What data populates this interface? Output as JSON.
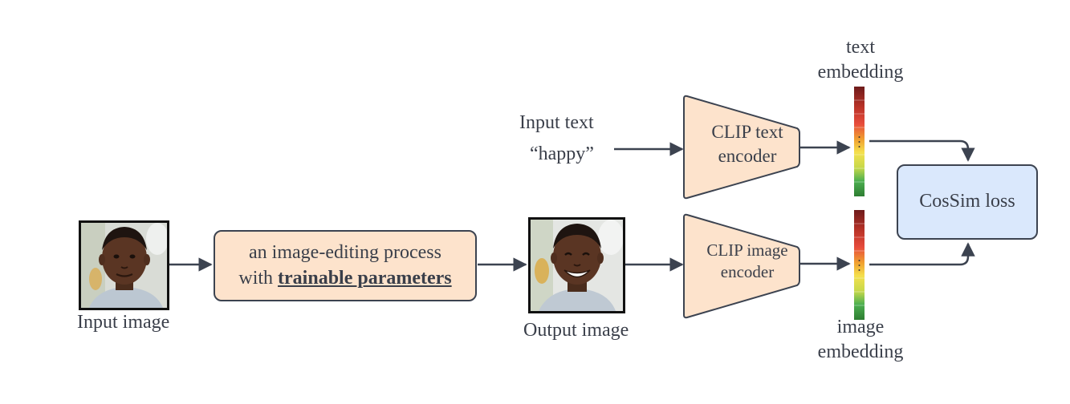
{
  "input_image": {
    "caption": "Input image"
  },
  "output_image": {
    "caption": "Output image"
  },
  "process_box": {
    "line1": "an image-editing process",
    "line2_prefix": "with",
    "line2_bold": "trainable parameters"
  },
  "input_text": {
    "label": "Input text",
    "value": "“happy”"
  },
  "text_encoder": {
    "line1": "CLIP text",
    "line2": "encoder"
  },
  "image_encoder": {
    "line1": "CLIP image",
    "line2": "encoder"
  },
  "text_embedding": {
    "line1": "text",
    "line2": "embedding"
  },
  "image_embedding": {
    "line1": "image",
    "line2": "embedding"
  },
  "loss_box": {
    "label": "CosSim loss"
  },
  "colors": {
    "process_fill": "#fde3cc",
    "encoder_fill": "#fde3cc",
    "loss_fill": "#dae8fc",
    "stroke": "#3c4350",
    "embedding_gradient": [
      "#7a1f1f",
      "#c0392b",
      "#e74c3c",
      "#f39c12",
      "#f1c40f",
      "#f4e04d",
      "#8bc34a",
      "#2e8b3a"
    ]
  }
}
